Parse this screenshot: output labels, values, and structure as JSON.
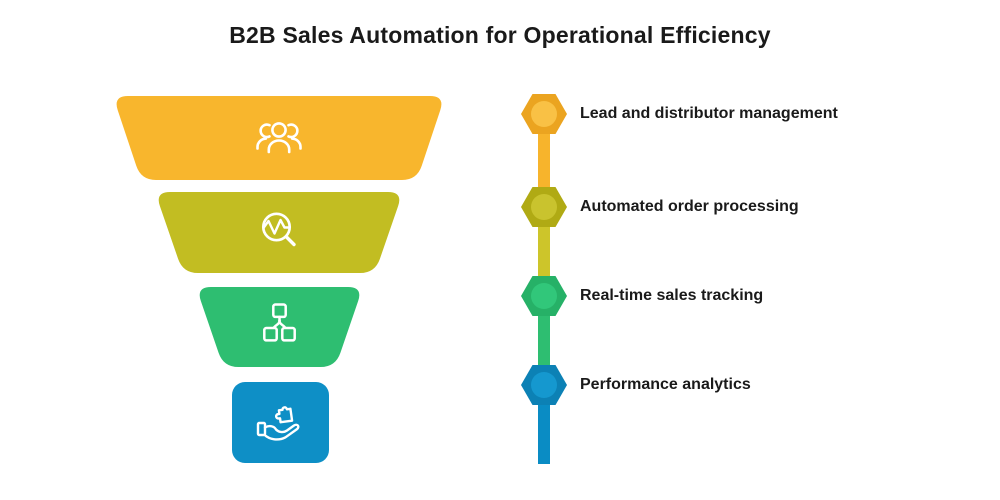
{
  "title": "B2B Sales Automation for Operational Efficiency",
  "text_color": "#1a1a1a",
  "background": "#ffffff",
  "stages": [
    {
      "label": "Lead and distributor management",
      "icon": "people-group-icon",
      "colors": {
        "funnel": "#F8B62D",
        "line": "#F7B42C",
        "marker": "#EBA420",
        "marker_inner": "#F9C145"
      }
    },
    {
      "label": "Automated order processing",
      "icon": "search-analytics-icon",
      "colors": {
        "funnel": "#C2BD22",
        "line": "#CDC52A",
        "marker": "#B0AA14",
        "marker_inner": "#C9C32E"
      }
    },
    {
      "label": "Real-time sales tracking",
      "icon": "hierarchy-icon",
      "colors": {
        "funnel": "#2EBE71",
        "line": "#2EBE71",
        "marker": "#26B167",
        "marker_inner": "#31C77A"
      }
    },
    {
      "label": "Performance analytics",
      "icon": "hand-puzzle-icon",
      "colors": {
        "funnel": "#0E8FC6",
        "line": "#0A8CC4",
        "marker": "#0C81B5",
        "marker_inner": "#1598CF"
      }
    }
  ]
}
